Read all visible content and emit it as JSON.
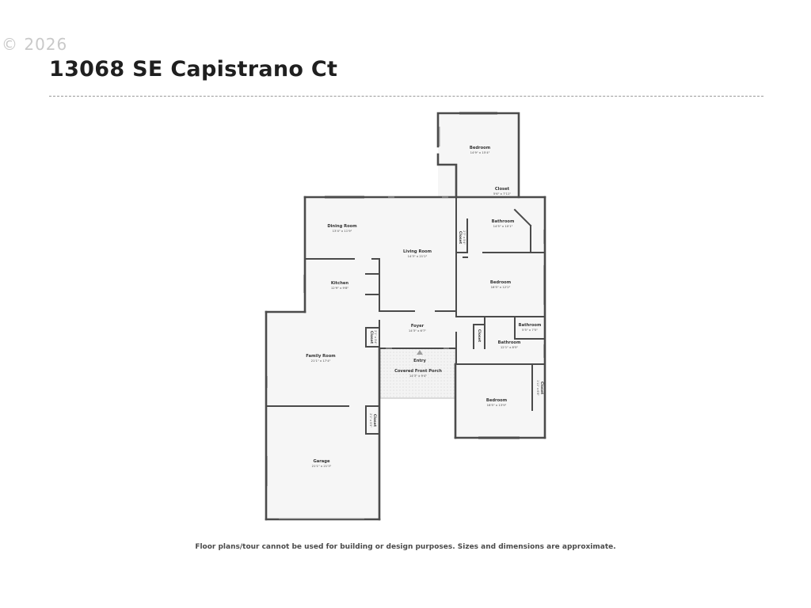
{
  "watermark": "© 2026",
  "address": "13068 SE Capistrano Ct",
  "disclaimer": "Floor plans/tour cannot be used for building or design purposes. Sizes and dimensions are approximate.",
  "entry_label": "Entry",
  "rooms": {
    "bedroom_top": {
      "name": "Bedroom",
      "dims": "14'9\" x 15'4\""
    },
    "closet_top": {
      "name": "Closet",
      "dims": "5'6\" x 7'11\""
    },
    "bathroom_main": {
      "name": "Bathroom",
      "dims": "14'5\" x 10'1\""
    },
    "closet_hall": {
      "name": "Closet",
      "dims": "2'7\" x 5'4\""
    },
    "dining_room": {
      "name": "Dining Room",
      "dims": "13'4\" x 11'9\""
    },
    "living_room": {
      "name": "Living Room",
      "dims": "14'3\" x 21'2\""
    },
    "kitchen": {
      "name": "Kitchen",
      "dims": "12'9\" x 9'8\""
    },
    "bedroom_mid": {
      "name": "Bedroom",
      "dims": "16'5\" x 12'2\""
    },
    "foyer": {
      "name": "Foyer",
      "dims": "14'3\" x 6'7\""
    },
    "closet_foyer": {
      "name": "Closet",
      "dims": "2'1\" x 3'4\""
    },
    "closet_bath": {
      "name": "Closet",
      "dims": ""
    },
    "bathroom_small": {
      "name": "Bathroom",
      "dims": "5'5\" x 7'5\""
    },
    "bathroom_hall": {
      "name": "Bathroom",
      "dims": "12'1\" x 8'5\""
    },
    "family_room": {
      "name": "Family Room",
      "dims": "21'1\" x 17'4\""
    },
    "covered_porch": {
      "name": "Covered Front Porch",
      "dims": "14'3\" x 9'4\""
    },
    "closet_bed": {
      "name": "Closet",
      "dims": "1'11\" x 6'8\""
    },
    "bedroom_low": {
      "name": "Bedroom",
      "dims": "16'5\" x 13'9\""
    },
    "closet_family": {
      "name": "Closet",
      "dims": "2'1\" x 5'5\""
    },
    "garage": {
      "name": "Garage",
      "dims": "21'1\" x 21'3\""
    }
  }
}
